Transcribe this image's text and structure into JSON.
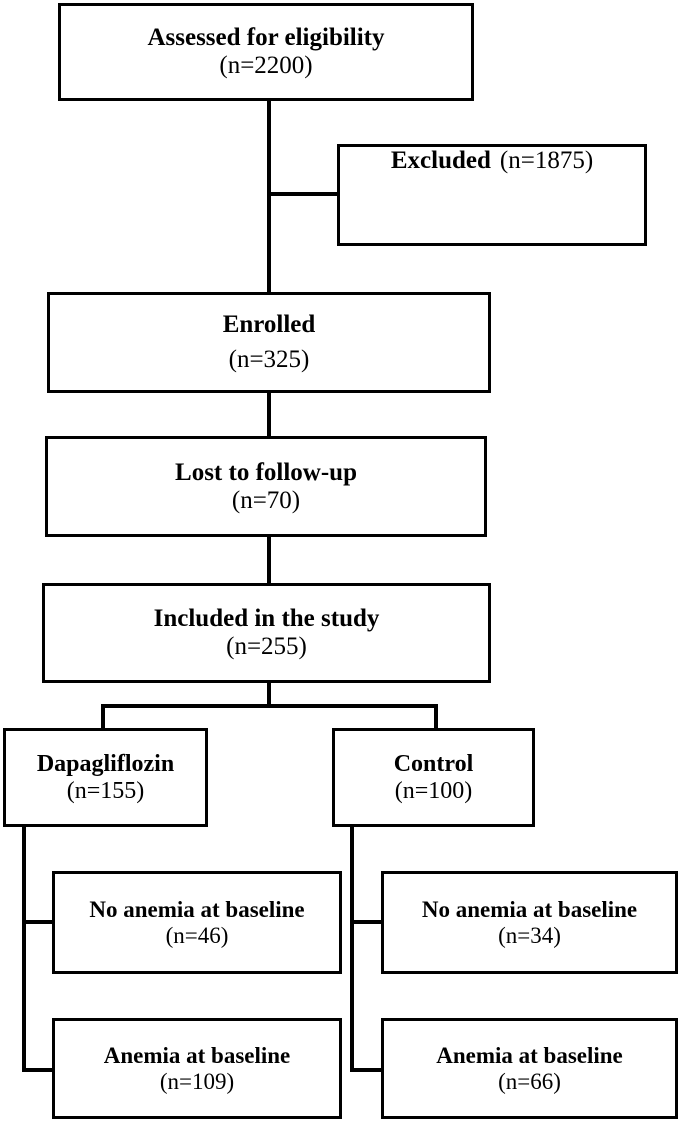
{
  "diagram": {
    "title": "CONSORT-style participant flow diagram",
    "stroke_color": "#000000",
    "background_color": "#ffffff"
  },
  "nodes": {
    "assessed": {
      "title": "Assessed for eligibility",
      "count": "(n=2200)"
    },
    "excluded": {
      "title": "Excluded",
      "count": "(n=1875)"
    },
    "enrolled": {
      "title": "Enrolled",
      "count": "(n=325)"
    },
    "lost": {
      "title": "Lost to follow-up",
      "count": "(n=70)"
    },
    "included": {
      "title": "Included in the study",
      "count": "(n=255)"
    },
    "dapagliflozin": {
      "title": "Dapagliflozin",
      "count": "(n=155)"
    },
    "control": {
      "title": "Control",
      "count": "(n=100)"
    },
    "dapa_no_anemia": {
      "title": "No anemia at baseline",
      "count": "(n=46)"
    },
    "dapa_anemia": {
      "title": "Anemia at baseline",
      "count": "(n=109)"
    },
    "ctrl_no_anemia": {
      "title": "No anemia at baseline",
      "count": "(n=34)"
    },
    "ctrl_anemia": {
      "title": "Anemia at baseline",
      "count": "(n=66)"
    }
  },
  "chart_data": {
    "type": "diagram",
    "title": "Participant flow",
    "stages": [
      {
        "id": "assessed",
        "label": "Assessed for eligibility",
        "n": 2200
      },
      {
        "id": "excluded",
        "label": "Excluded",
        "n": 1875
      },
      {
        "id": "enrolled",
        "label": "Enrolled",
        "n": 325
      },
      {
        "id": "lost",
        "label": "Lost to follow-up",
        "n": 70
      },
      {
        "id": "included",
        "label": "Included in the study",
        "n": 255
      },
      {
        "id": "dapagliflozin",
        "label": "Dapagliflozin",
        "n": 155
      },
      {
        "id": "control",
        "label": "Control",
        "n": 100
      },
      {
        "id": "dapa_no_anemia",
        "label": "No anemia at baseline",
        "n": 46
      },
      {
        "id": "dapa_anemia",
        "label": "Anemia at baseline",
        "n": 109
      },
      {
        "id": "ctrl_no_anemia",
        "label": "No anemia at baseline",
        "n": 34
      },
      {
        "id": "ctrl_anemia",
        "label": "Anemia at baseline",
        "n": 66
      }
    ],
    "edges": [
      {
        "from": "assessed",
        "to": "excluded"
      },
      {
        "from": "assessed",
        "to": "enrolled"
      },
      {
        "from": "enrolled",
        "to": "lost"
      },
      {
        "from": "lost",
        "to": "included"
      },
      {
        "from": "included",
        "to": "dapagliflozin"
      },
      {
        "from": "included",
        "to": "control"
      },
      {
        "from": "dapagliflozin",
        "to": "dapa_no_anemia"
      },
      {
        "from": "dapagliflozin",
        "to": "dapa_anemia"
      },
      {
        "from": "control",
        "to": "ctrl_no_anemia"
      },
      {
        "from": "control",
        "to": "ctrl_anemia"
      }
    ]
  }
}
